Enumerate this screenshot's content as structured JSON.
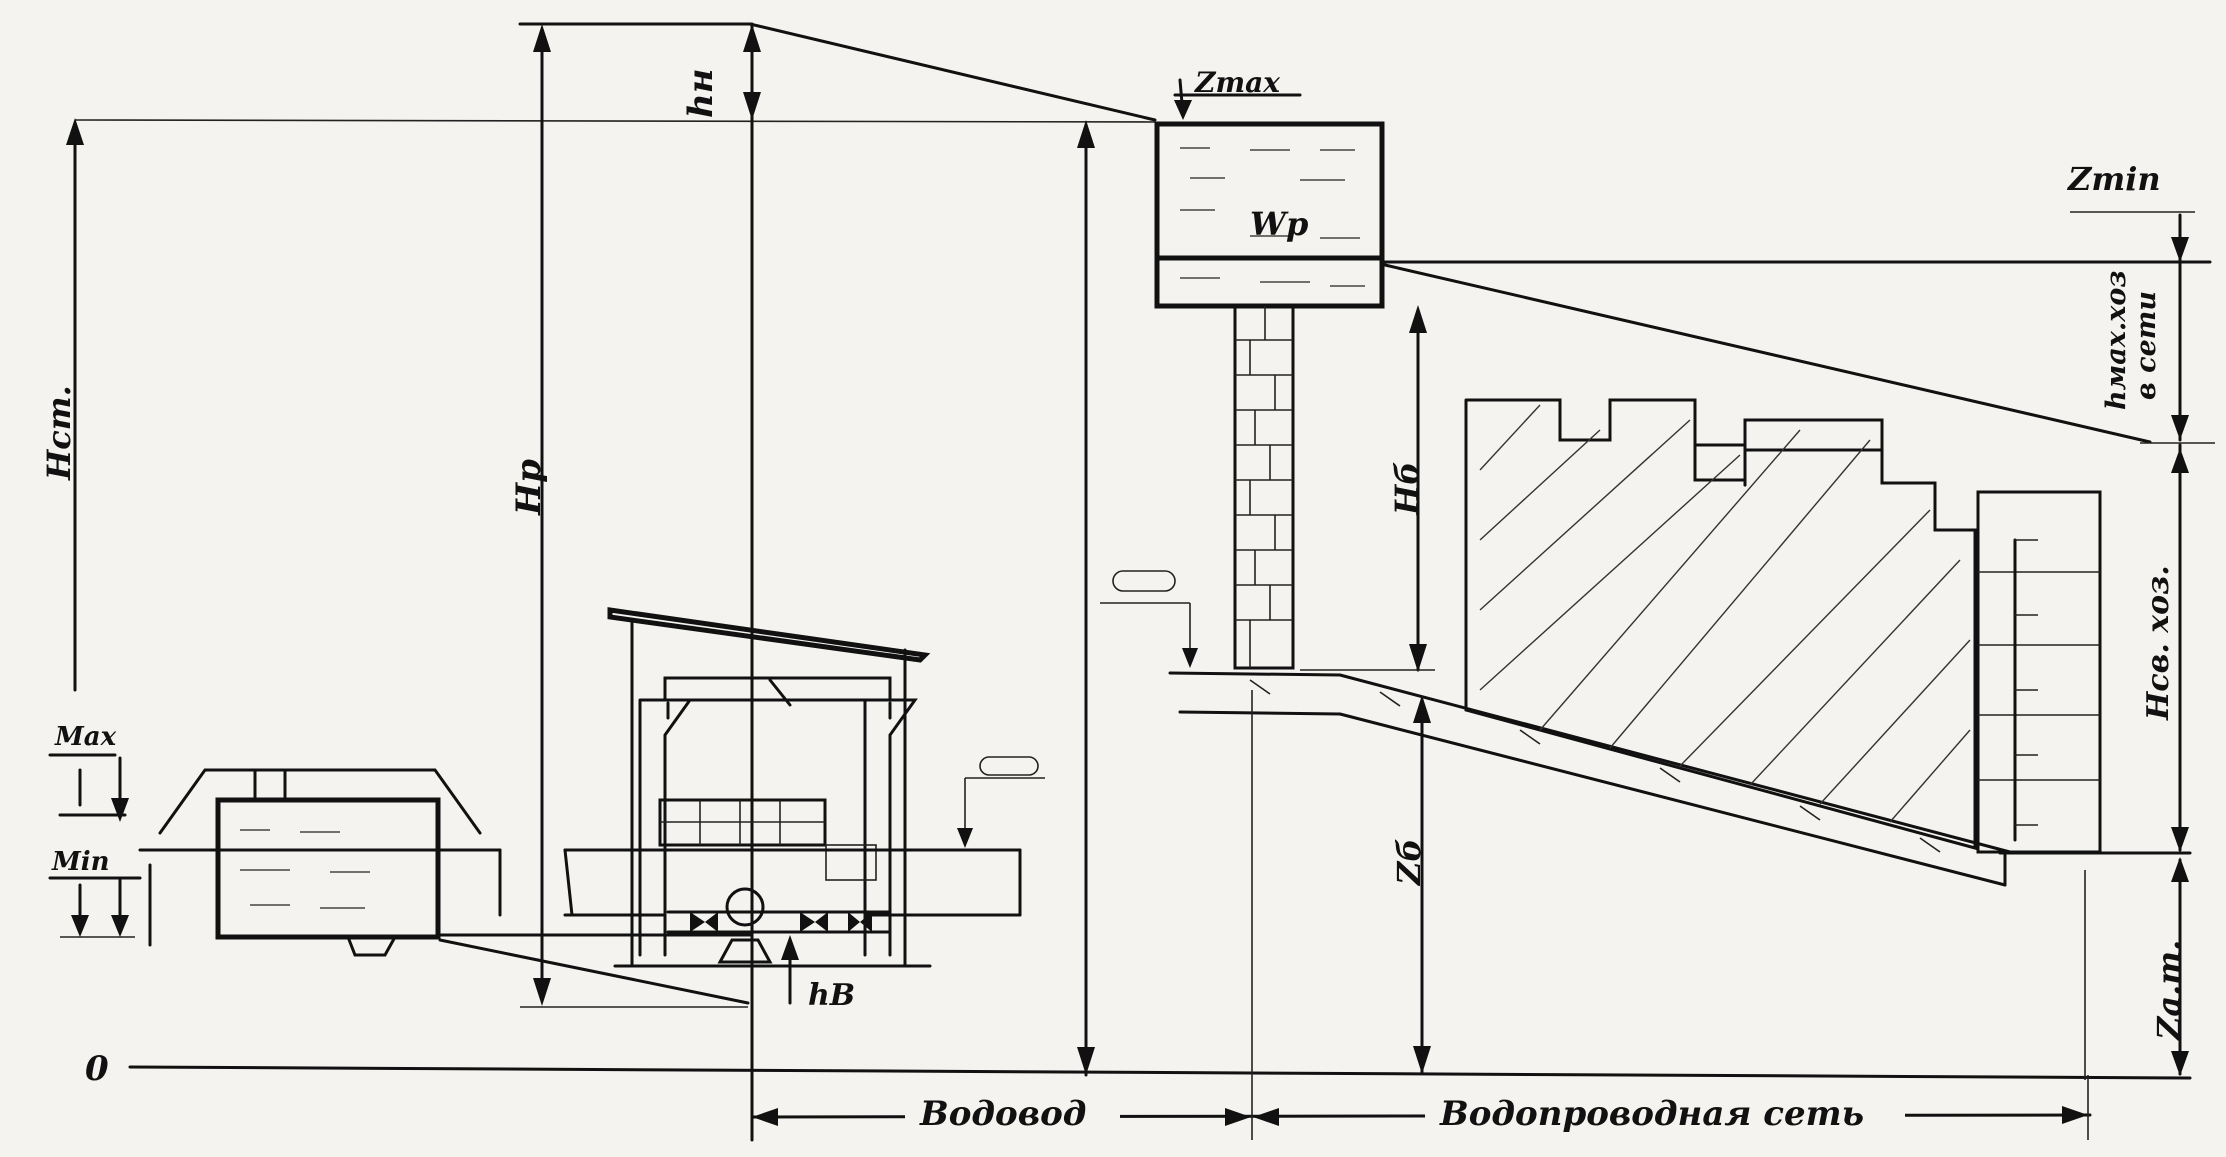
{
  "labels": {
    "h_n": "hн",
    "z_max": "Zmax",
    "z_min": "Zmin",
    "w_p": "Wp",
    "h_st": "Hст.",
    "h_p": "Hp",
    "h_b": "Hб",
    "h_max_koz_line1": "hмах.хоз",
    "h_max_koz_line2": "в сети",
    "h_sv_koz": "Hсв. хоз.",
    "max": "Max",
    "min": "Min",
    "z_b": "Zб",
    "z_at": "Za.т.",
    "h_v": "hB",
    "zero": "0",
    "vodovod": "Водовод",
    "vodoprovodnaya_set": "Водопроводная сеть"
  },
  "colors": {
    "ink": "#111111",
    "paper": "#f4f3ef"
  }
}
